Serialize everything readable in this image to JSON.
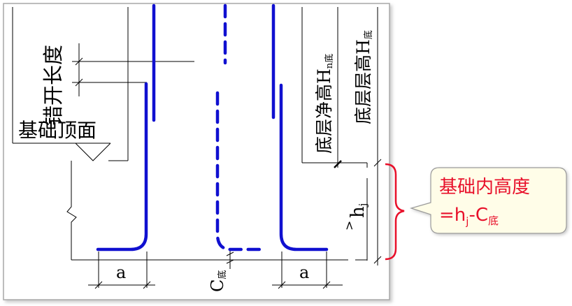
{
  "labels": {
    "stagger_length": "错开长度",
    "foundation_top": "基础顶面",
    "clear_height": "底层净高H",
    "clear_height_sub": "n底",
    "story_height": "底层层高H",
    "story_height_sub": "底",
    "hj": "h",
    "hj_sub": "j",
    "hj_mark": ">",
    "a_left": "a",
    "a_right": "a",
    "cover_c": "C",
    "cover_sub": "底"
  },
  "callout": {
    "line1": "基础内高度",
    "line2_prefix": "=h",
    "line2_sub_j": "j",
    "line2_mid": "-C",
    "line2_sub": "底"
  },
  "colors": {
    "rebar": "#1010d0",
    "callout_text": "#e8102a",
    "brace": "#e8102a",
    "callout_bg": "#fffde8",
    "callout_border": "#9a9a9a"
  }
}
